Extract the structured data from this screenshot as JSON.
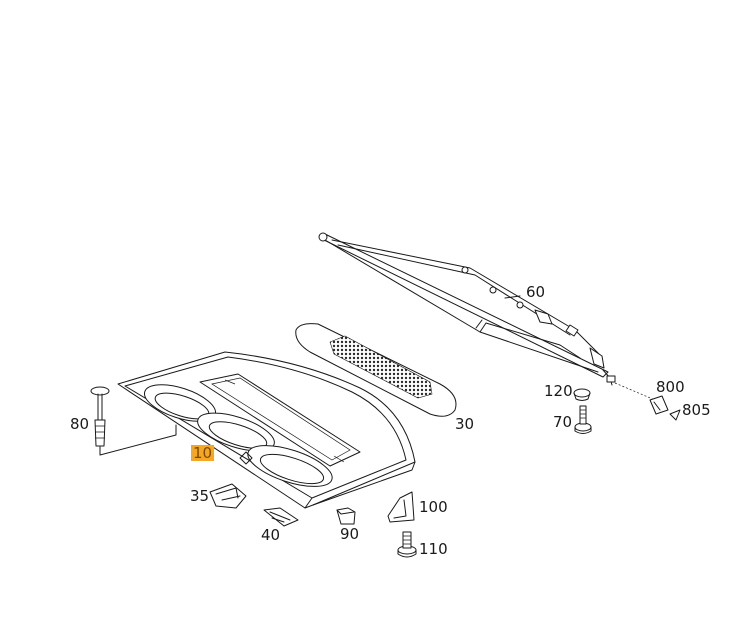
{
  "callouts": {
    "p10": "10",
    "p30": "30",
    "p35": "35",
    "p40": "40",
    "p60": "60",
    "p70": "70",
    "p80": "80",
    "p90": "90",
    "p100": "100",
    "p110": "110",
    "p120": "120",
    "p800": "800",
    "p805": "805"
  },
  "colors": {
    "highlight": "#f5a623",
    "line": "#1a1a1a",
    "background": "#ffffff"
  }
}
